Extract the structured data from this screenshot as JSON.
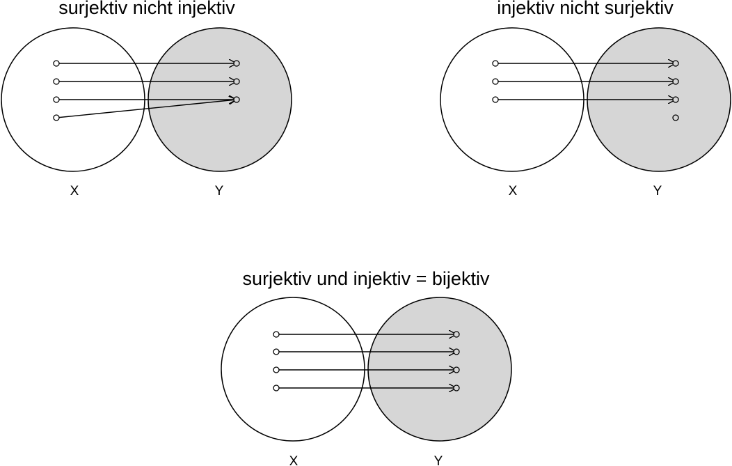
{
  "colors": {
    "stroke": "#000000",
    "target_fill": "#d6d6d6",
    "domain_fill": "#ffffff",
    "background": "#ffffff"
  },
  "diagrams": [
    {
      "title": "surjektiv nicht injektiv",
      "domain_label": "X",
      "codomain_label": "Y",
      "domain_points": 4,
      "codomain_points": 3,
      "mapping": [
        1,
        2,
        3,
        3
      ]
    },
    {
      "title": "injektiv nicht surjektiv",
      "domain_label": "X",
      "codomain_label": "Y",
      "domain_points": 3,
      "codomain_points": 4,
      "mapping": [
        1,
        2,
        3
      ]
    },
    {
      "title": "surjektiv und injektiv = bijektiv",
      "domain_label": "X",
      "codomain_label": "Y",
      "domain_points": 4,
      "codomain_points": 4,
      "mapping": [
        1,
        2,
        3,
        4
      ]
    }
  ]
}
